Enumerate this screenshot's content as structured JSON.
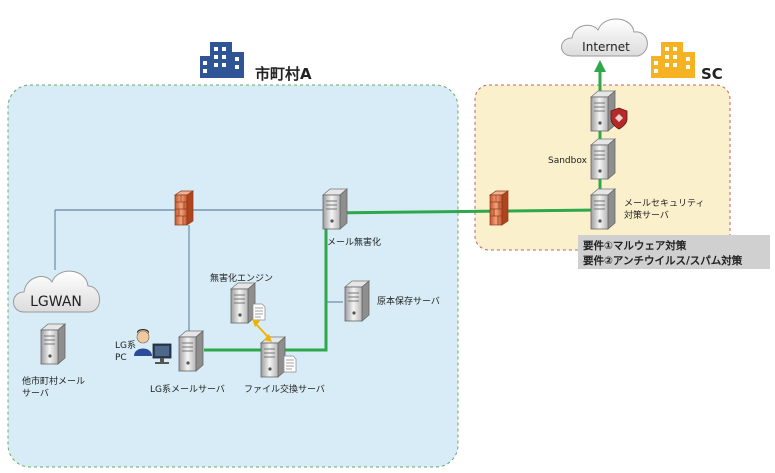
{
  "zones": {
    "municipality": {
      "title": "市町村A"
    },
    "sc": {
      "title": "SC"
    }
  },
  "clouds": {
    "internet": "Internet",
    "lgwan": "LGWAN"
  },
  "nodes": {
    "sandbox": "Sandbox",
    "mail_security_1": "メールセキュリティ",
    "mail_security_2": "対策サーバ",
    "mail_sanitize": "メール無害化",
    "sanitize_engine": "無害化エンジン",
    "original_storage": "原本保存サーバ",
    "lg_pc_1": "LG系",
    "lg_pc_2": "PC",
    "lg_mail_server": "LG系メールサーバ",
    "file_exchange": "ファイル交換サーバ",
    "other_mail_1": "他市町村メール",
    "other_mail_2": "サーバ"
  },
  "requirements": {
    "line1": "要件①マルウェア対策",
    "line2": "要件②アンチウイルス/スパム対策"
  },
  "colors": {
    "municipality_fill": "#d7ecf6",
    "sc_fill": "#fbf0cc",
    "path": "#2ea84a",
    "building_blue": "#2f5596",
    "building_yellow": "#f5b324",
    "firewall": "#e8825a",
    "requirement_box": "#d0d0d0"
  }
}
